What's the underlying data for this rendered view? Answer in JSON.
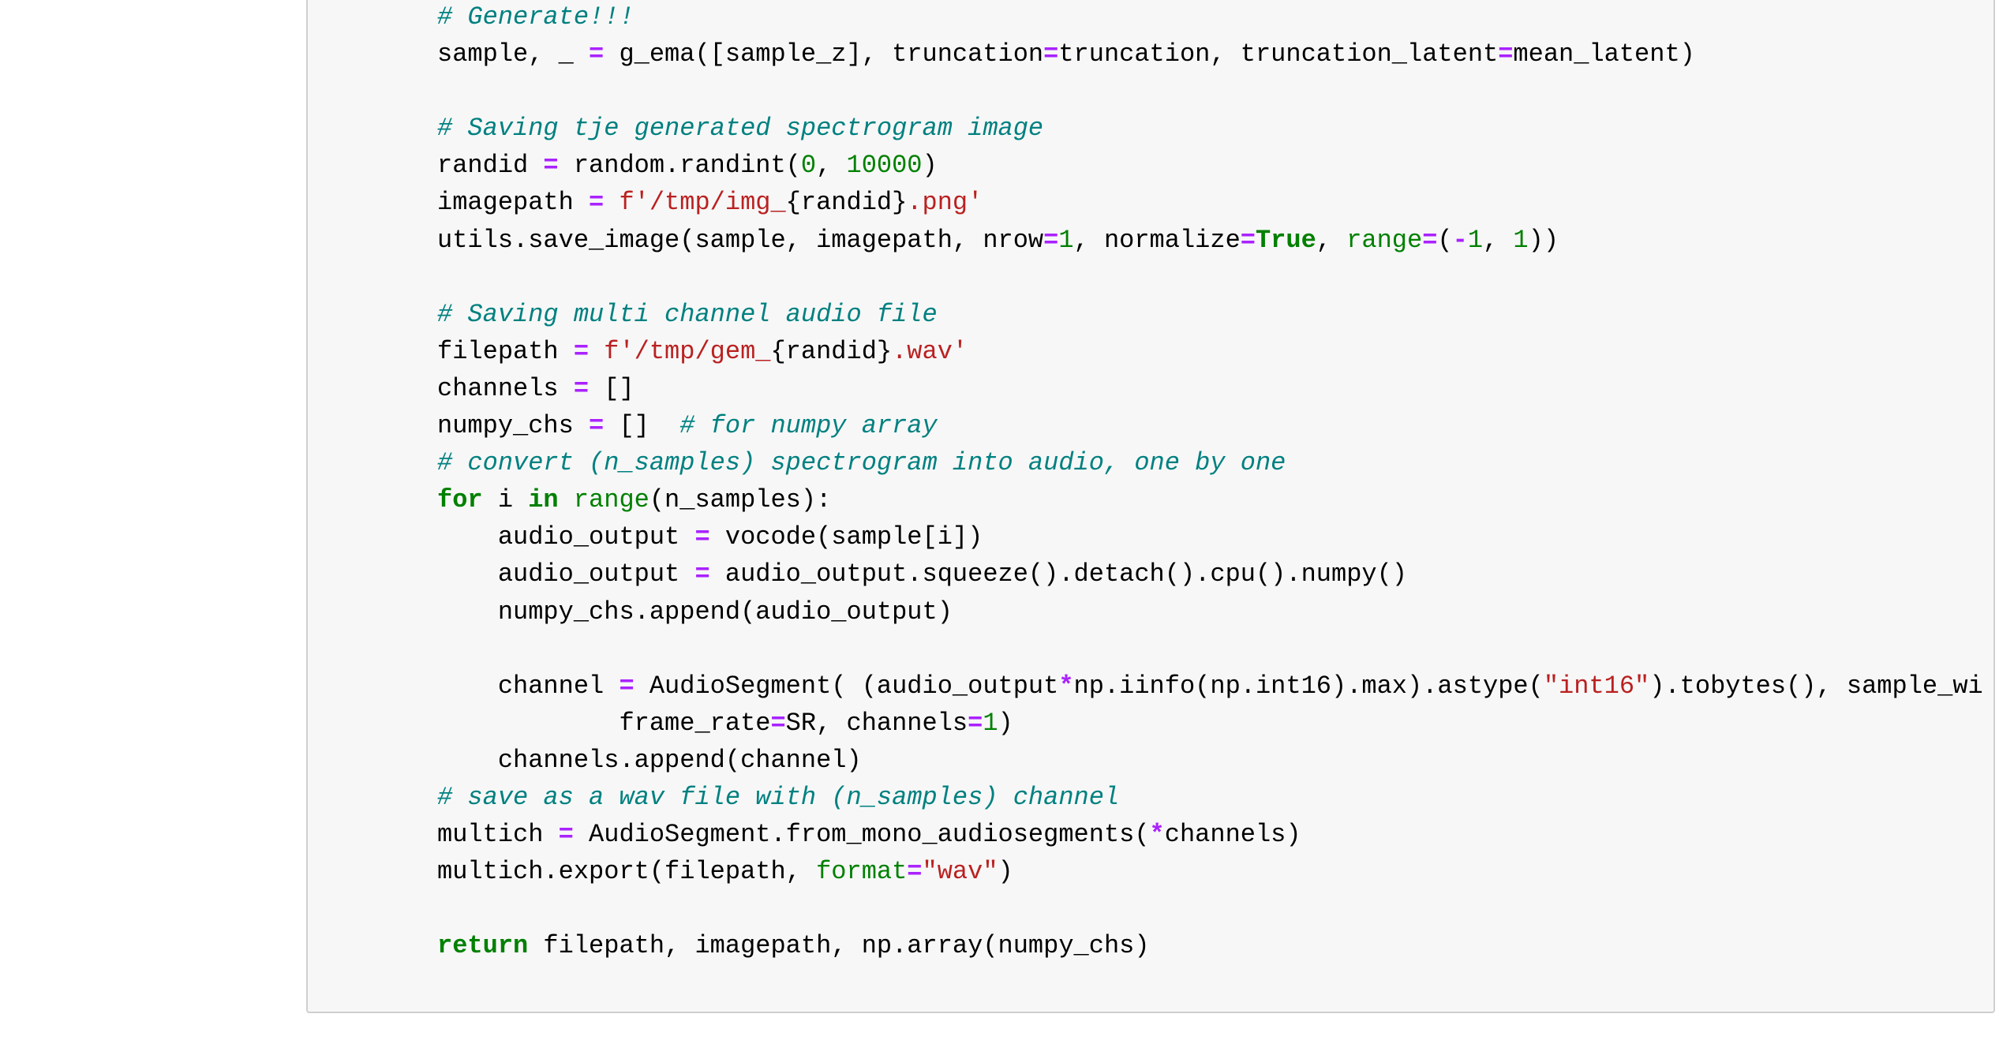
{
  "colors": {
    "comment": "#008080",
    "keyword": "#008000",
    "operator": "#aa22ff",
    "string": "#ba2121",
    "number": "#008000",
    "background": "#f7f7f7"
  },
  "code_lines": [
    [
      [
        "cm",
        "# Generate!!!"
      ]
    ],
    [
      [
        "tx",
        "sample, _ "
      ],
      [
        "op",
        "="
      ],
      [
        "tx",
        " g_ema([sample_z], truncation"
      ],
      [
        "op",
        "="
      ],
      [
        "tx",
        "truncation, truncation_latent"
      ],
      [
        "op",
        "="
      ],
      [
        "tx",
        "mean_latent)"
      ]
    ],
    [],
    [
      [
        "cm",
        "# Saving tje generated spectrogram image"
      ]
    ],
    [
      [
        "tx",
        "randid "
      ],
      [
        "op",
        "="
      ],
      [
        "tx",
        " random.randint("
      ],
      [
        "nu",
        "0"
      ],
      [
        "tx",
        ", "
      ],
      [
        "nu",
        "10000"
      ],
      [
        "tx",
        ")"
      ]
    ],
    [
      [
        "tx",
        "imagepath "
      ],
      [
        "op",
        "="
      ],
      [
        "tx",
        " "
      ],
      [
        "st",
        "f'/tmp/img_"
      ],
      [
        "tx",
        "{randid}"
      ],
      [
        "st",
        ".png'"
      ]
    ],
    [
      [
        "tx",
        "utils.save_image(sample, imagepath, nrow"
      ],
      [
        "op",
        "="
      ],
      [
        "nu",
        "1"
      ],
      [
        "tx",
        ", normalize"
      ],
      [
        "op",
        "="
      ],
      [
        "kw",
        "True"
      ],
      [
        "tx",
        ", "
      ],
      [
        "bi",
        "range"
      ],
      [
        "op",
        "="
      ],
      [
        "tx",
        "("
      ],
      [
        "op",
        "-"
      ],
      [
        "nu",
        "1"
      ],
      [
        "tx",
        ", "
      ],
      [
        "nu",
        "1"
      ],
      [
        "tx",
        "))"
      ]
    ],
    [],
    [
      [
        "cm",
        "# Saving multi channel audio file"
      ]
    ],
    [
      [
        "tx",
        "filepath "
      ],
      [
        "op",
        "="
      ],
      [
        "tx",
        " "
      ],
      [
        "st",
        "f'/tmp/gem_"
      ],
      [
        "tx",
        "{randid}"
      ],
      [
        "st",
        ".wav'"
      ]
    ],
    [
      [
        "tx",
        "channels "
      ],
      [
        "op",
        "="
      ],
      [
        "tx",
        " []"
      ]
    ],
    [
      [
        "tx",
        "numpy_chs "
      ],
      [
        "op",
        "="
      ],
      [
        "tx",
        " []  "
      ],
      [
        "cm",
        "# for numpy array"
      ]
    ],
    [
      [
        "cm",
        "# convert (n_samples) spectrogram into audio, one by one"
      ]
    ],
    [
      [
        "kw",
        "for"
      ],
      [
        "tx",
        " i "
      ],
      [
        "kw",
        "in"
      ],
      [
        "tx",
        " "
      ],
      [
        "bi",
        "range"
      ],
      [
        "tx",
        "(n_samples):"
      ]
    ],
    [
      [
        "tx",
        "    audio_output "
      ],
      [
        "op",
        "="
      ],
      [
        "tx",
        " vocode(sample[i])"
      ]
    ],
    [
      [
        "tx",
        "    audio_output "
      ],
      [
        "op",
        "="
      ],
      [
        "tx",
        " audio_output.squeeze().detach().cpu().numpy()"
      ]
    ],
    [
      [
        "tx",
        "    numpy_chs.append(audio_output)"
      ]
    ],
    [],
    [
      [
        "tx",
        "    channel "
      ],
      [
        "op",
        "="
      ],
      [
        "tx",
        " AudioSegment( (audio_output"
      ],
      [
        "op",
        "*"
      ],
      [
        "tx",
        "np.iinfo(np.int16).max).astype("
      ],
      [
        "st",
        "\"int16\""
      ],
      [
        "tx",
        ").tobytes(), sample_wi"
      ]
    ],
    [
      [
        "tx",
        "            frame_rate"
      ],
      [
        "op",
        "="
      ],
      [
        "tx",
        "SR, channels"
      ],
      [
        "op",
        "="
      ],
      [
        "nu",
        "1"
      ],
      [
        "tx",
        ")"
      ]
    ],
    [
      [
        "tx",
        "    channels.append(channel)"
      ]
    ],
    [
      [
        "cm",
        "# save as a wav file with (n_samples) channel"
      ]
    ],
    [
      [
        "tx",
        "multich "
      ],
      [
        "op",
        "="
      ],
      [
        "tx",
        " AudioSegment.from_mono_audiosegments("
      ],
      [
        "op",
        "*"
      ],
      [
        "tx",
        "channels)"
      ]
    ],
    [
      [
        "tx",
        "multich.export(filepath, "
      ],
      [
        "bi",
        "format"
      ],
      [
        "op",
        "="
      ],
      [
        "st",
        "\"wav\""
      ],
      [
        "tx",
        ")"
      ]
    ],
    [],
    [
      [
        "kw",
        "return"
      ],
      [
        "tx",
        " filepath, imagepath, np.array(numpy_chs)"
      ]
    ]
  ]
}
